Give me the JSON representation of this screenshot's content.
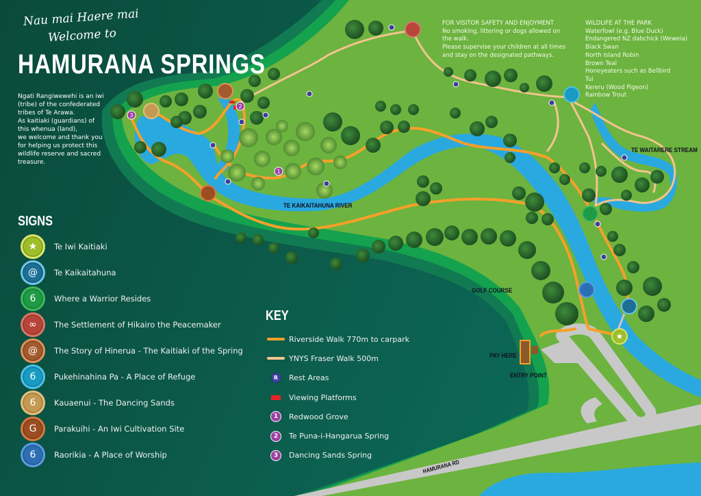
{
  "header": {
    "greeting_maori": "Nau mai Haere mai",
    "greeting_english": "Welcome to",
    "title": "HAMURANA SPRINGS"
  },
  "intro": {
    "lines": [
      "Ngati Rangiwewehi is an iwi",
      "(tribe) of the confederated",
      "tribes of Te Arawa.",
      "As kaitiaki (guardians) of",
      "this whenua (land),",
      "we welcome and thank you",
      "for helping us protect this",
      "wildlife reserve and sacred",
      "treasure."
    ]
  },
  "safety": {
    "heading": "FOR VISITOR SAFETY AND ENJOYMENT",
    "lines": [
      "No smoking, littering or dogs allowed on",
      "the walk.",
      "Please supervise your children at all times",
      "and stay on the designated pathways."
    ]
  },
  "wildlife": {
    "heading": "WILDLIFE AT THE PARK",
    "items": [
      "Waterfowl (e.g. Blue Duck)",
      "Endangered NZ dabchick (Weweia)",
      "Black Swan",
      "North Island Robin",
      "Brown Teal",
      "Honeyeaters such as Bellbird",
      "Tui",
      "Kereru (Wood Pigeon)",
      "Rainbow Trout"
    ]
  },
  "signs": {
    "title": "SIGNS",
    "items": [
      {
        "label": "Te Iwi Kaitiaki",
        "icon": "star-icon",
        "glyph": "★",
        "color": "#9fbf2a",
        "ring": "#d9e56b"
      },
      {
        "label": "Te Kaikaitahuna",
        "icon": "spiral-icon",
        "glyph": "@",
        "color": "#1d6f95",
        "ring": "#6fc6e8"
      },
      {
        "label": "Where a Warrior Resides",
        "icon": "hook-icon",
        "glyph": "6",
        "color": "#1f9a47",
        "ring": "#3dbb5b"
      },
      {
        "label": "The Settlement of Hikairo the Peacemaker",
        "icon": "knot-icon",
        "glyph": "∞",
        "color": "#b8453a",
        "ring": "#d8776a"
      },
      {
        "label": "The Story of Hinerua - The Kaitiaki of the Spring",
        "icon": "swirl-icon",
        "glyph": "@",
        "color": "#a35a2c",
        "ring": "#e0945a"
      },
      {
        "label": "Pukehinahina Pa - A Place of Refuge",
        "icon": "manaia-icon",
        "glyph": "6",
        "color": "#1a9bc4",
        "ring": "#4ec2e6"
      },
      {
        "label": "Kauaenui - The Dancing Sands",
        "icon": "flame-icon",
        "glyph": "6",
        "color": "#c49a52",
        "ring": "#e6c07a"
      },
      {
        "label": "Parakuihi - An Iwi Cultivation Site",
        "icon": "koru-icon",
        "glyph": "G",
        "color": "#9c4d22",
        "ring": "#d77a3d"
      },
      {
        "label": "Raorikia - A Place of Worship",
        "icon": "drop-icon",
        "glyph": "6",
        "color": "#2d6fb5",
        "ring": "#5a9ee0"
      }
    ]
  },
  "key": {
    "title": "KEY",
    "items": [
      {
        "type": "orange-line",
        "label": "Riverside Walk 770m to carpark"
      },
      {
        "type": "tan-line",
        "label": "YNYS Fraser Walk 500m"
      },
      {
        "type": "rest",
        "symbol": "R",
        "label": "Rest Areas"
      },
      {
        "type": "platform",
        "label": "Viewing Platforms"
      },
      {
        "type": "number",
        "symbol": "1",
        "label": "Redwood Grove"
      },
      {
        "type": "number",
        "symbol": "2",
        "label": "Te Puna-i-Hangarua Spring"
      },
      {
        "type": "number",
        "symbol": "3",
        "label": "Dancing Sands Spring"
      }
    ]
  },
  "map_labels": {
    "river": "TE KAIKAITAHUNA RIVER",
    "stream": "TE WAITARERE STREAM",
    "golf": "GOLF COURSE",
    "pay": "PAY HERE",
    "entry": "ENTRY POINT",
    "road": "HAMURANA RD"
  },
  "colors": {
    "background_dark": "#0b5a48",
    "grass": "#6db33f",
    "grass_border": "#13a84c",
    "water": "#2aa8e0",
    "riverside_path": "#f5a02a",
    "fraser_path": "#f3c48e",
    "road": "#c8c8c8",
    "rest_marker": "#3b3f9c",
    "number_marker": "#9b3fa0",
    "platform": "#e8232a"
  }
}
